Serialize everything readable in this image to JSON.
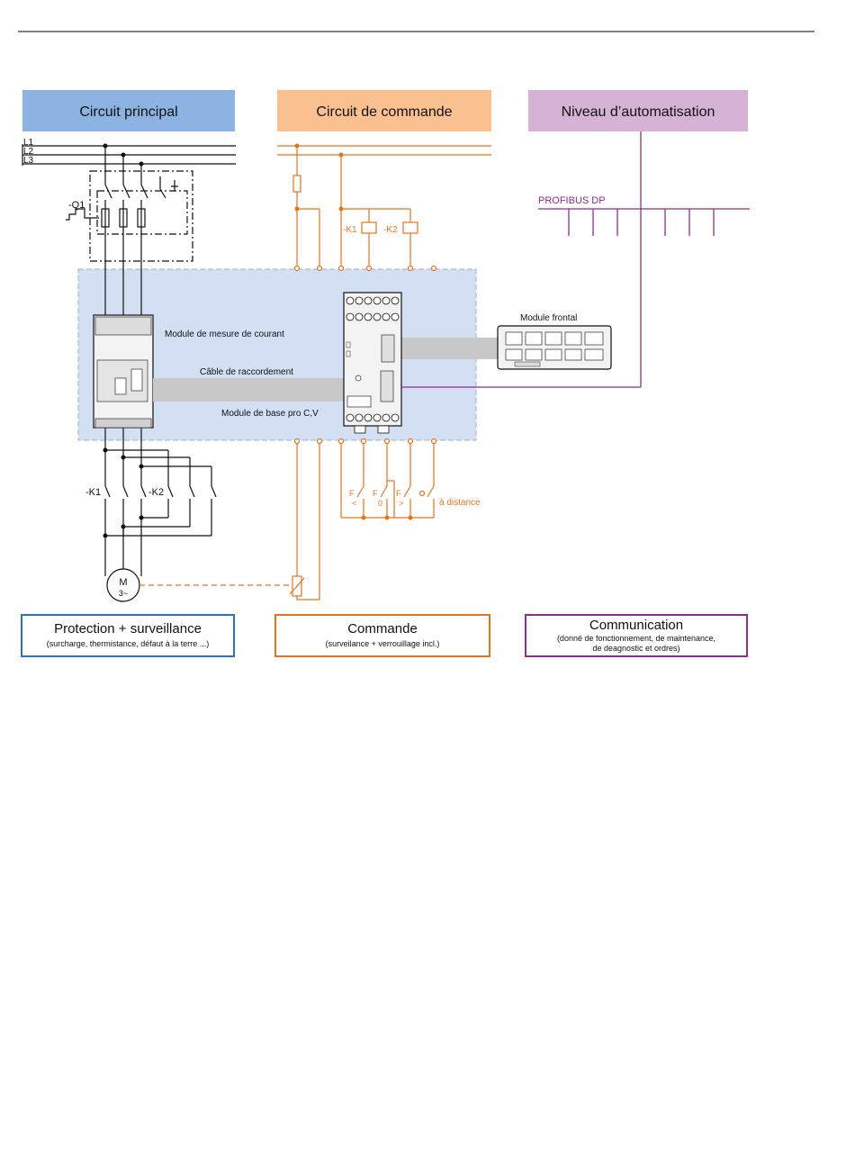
{
  "colors": {
    "main": "#111111",
    "control": "#e8731e",
    "automation": "#8b2f8b",
    "header_main": "#8db3e2",
    "header_control": "#fac090",
    "header_automation": "#d6b2d6",
    "module_area": "#d3e0f3",
    "box_main_border": "#2e74b5",
    "box_control_border": "#e8731e",
    "box_automation_border": "#8b2f8b"
  },
  "headers": {
    "main": "Circuit principal",
    "control": "Circuit de commande",
    "automation": "Niveau d’automatisation"
  },
  "lines": {
    "l1": "L1",
    "l2": "L2",
    "l3": "L3"
  },
  "components": {
    "q1": "-Q1",
    "k1_coil": "-K1",
    "k2_coil": "-K2",
    "k1": "-K1",
    "k2": "-K2",
    "motor_m": "M",
    "motor_phase": "3~",
    "profibus": "PROFIBUS DP"
  },
  "modules": {
    "current": "Module de mesure de courant",
    "cable": "Câble de raccordement",
    "base": "Module de base pro C,V",
    "front": "Module frontal"
  },
  "switches": {
    "f_lt": "F",
    "lt": "<",
    "f_zero": "F",
    "zero": "0",
    "f_gt": "F",
    "gt": ">",
    "remote": "à distance"
  },
  "bottom": {
    "protection_title": "Protection + surveillance",
    "protection_sub": "(surcharge, thermistance, défaut à la terre ...)",
    "command_title": "Commande",
    "command_sub": "(surveilance + verrouillage incl.)",
    "comm_title": "Communication",
    "comm_sub1": "(donné de fonctionnement, de maintenance,",
    "comm_sub2": "de deagnostic et ordres)"
  }
}
